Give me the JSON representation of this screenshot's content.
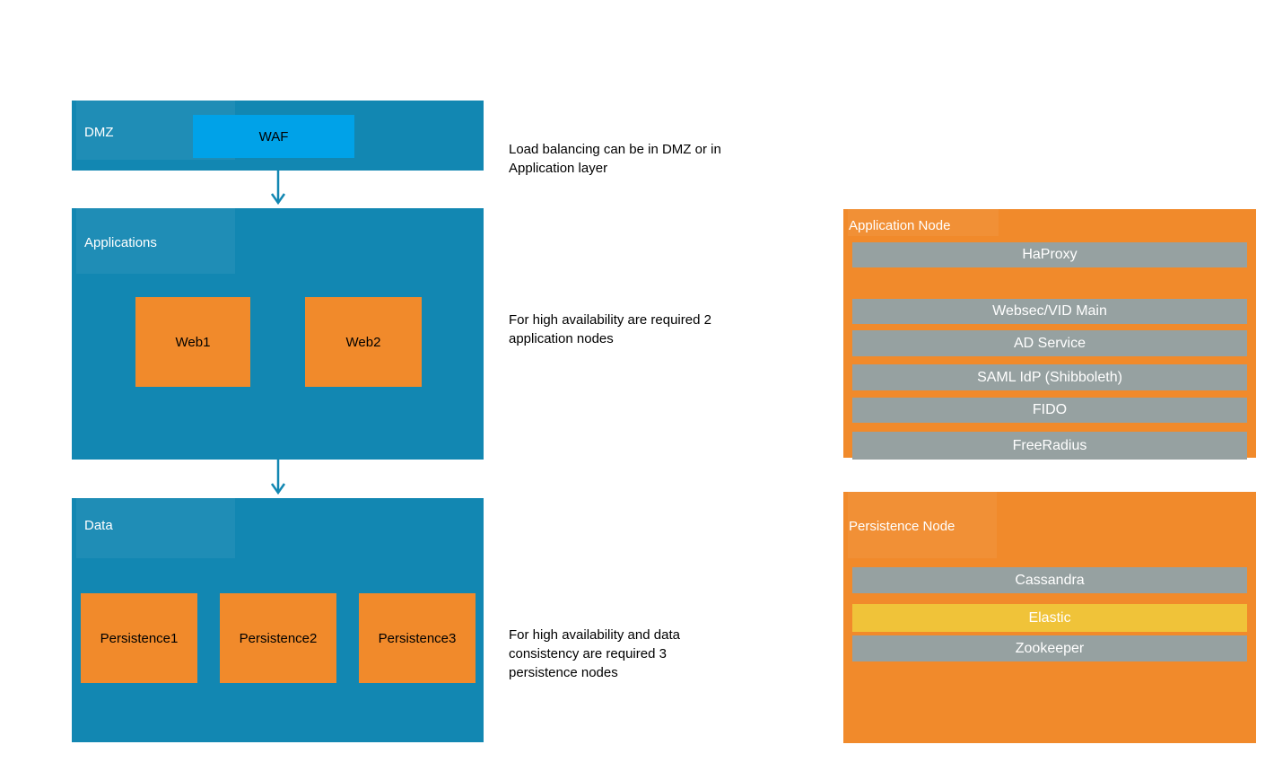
{
  "palette": {
    "layer_blue": "#1287b2",
    "waf_blue": "#00a2e8",
    "node_orange": "#f18a2b",
    "bar_gray": "#96a1a1",
    "elastic_yellow": "#f0c339",
    "arrow_blue": "#1287b2",
    "text_on_dark": "#ffffff",
    "text_on_light": "#000000",
    "background": "#ffffff"
  },
  "layers": {
    "dmz": {
      "label": "DMZ",
      "waf_label": "WAF"
    },
    "applications": {
      "label": "Applications",
      "nodes": [
        "Web1",
        "Web2"
      ]
    },
    "data": {
      "label": "Data",
      "nodes": [
        "Persistence1",
        "Persistence2",
        "Persistence3"
      ]
    }
  },
  "annotations": {
    "load_balancing": {
      "lines": [
        "Load balancing can be in DMZ or in",
        "Application layer"
      ]
    },
    "app_ha": {
      "lines": [
        "For high availability are required 2",
        "application nodes"
      ]
    },
    "data_ha": {
      "lines": [
        "For high availability and data",
        "consistency are required 3",
        "persistence nodes"
      ]
    }
  },
  "application_node": {
    "title": "Application Node",
    "services": [
      "HaProxy",
      "Websec/VID Main",
      "AD Service",
      "SAML IdP (Shibboleth)",
      "FIDO",
      "FreeRadius"
    ]
  },
  "persistence_node": {
    "title": "Persistence Node",
    "services": [
      "Cassandra",
      "Elastic",
      "Zookeeper"
    ]
  }
}
